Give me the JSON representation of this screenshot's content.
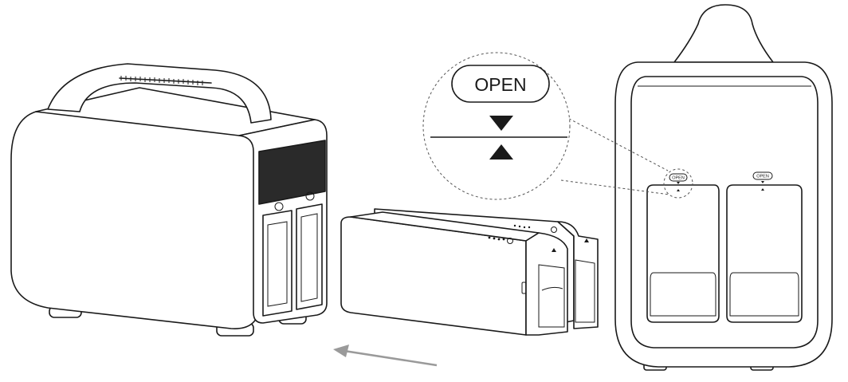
{
  "callout": {
    "label": "OPEN"
  },
  "rear_view": {
    "left_bay_label": "OPEN",
    "right_bay_label": "OPEN"
  },
  "arrow_direction": "left",
  "colors": {
    "line": "#1a1a1a",
    "arrow": "#9a9a9a",
    "background": "#ffffff"
  }
}
